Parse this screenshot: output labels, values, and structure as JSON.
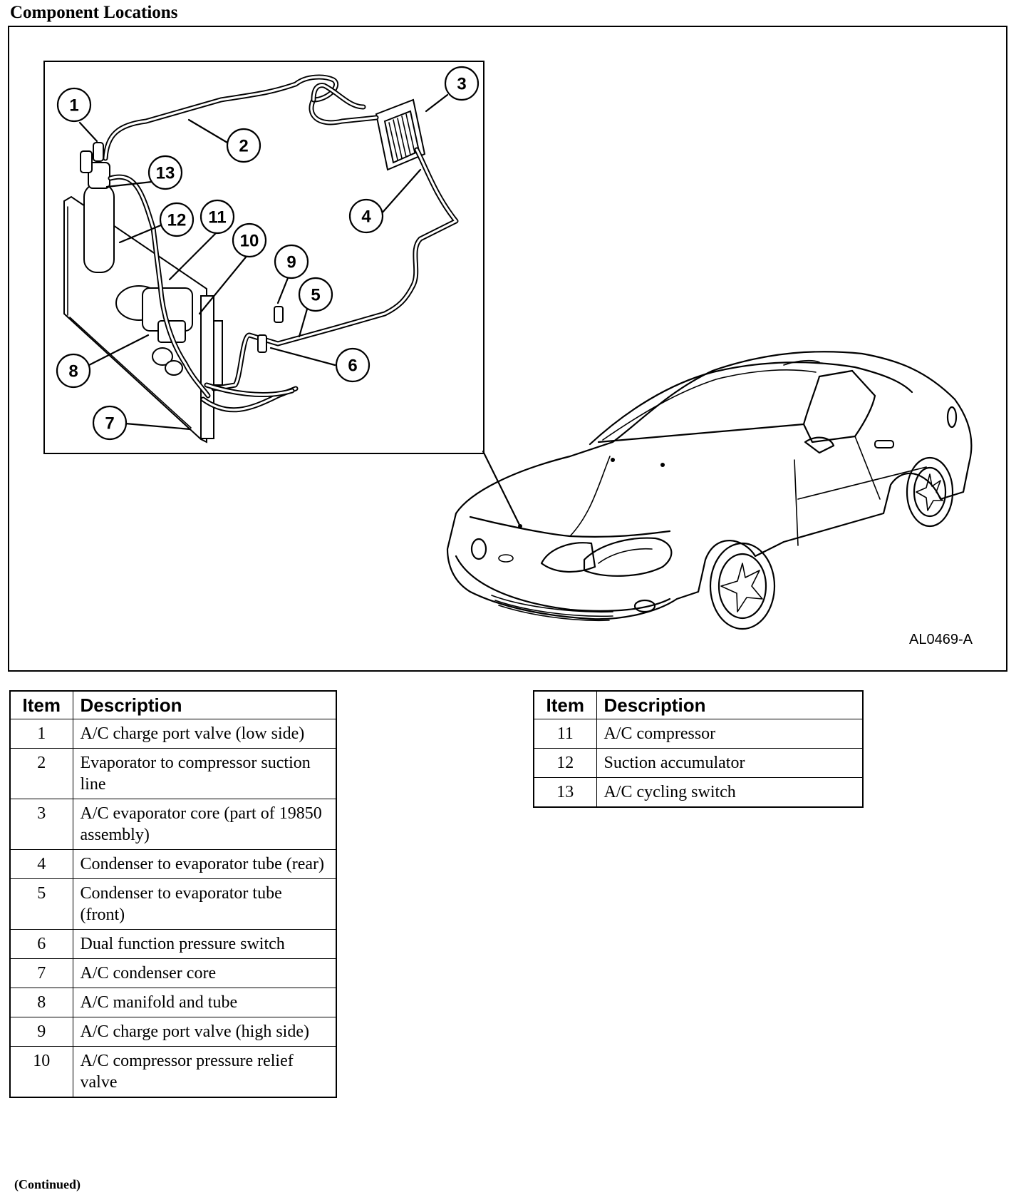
{
  "page": {
    "section_title": "Component Locations",
    "figure_id": "AL0469-A",
    "continued_note": "(Continued)"
  },
  "callouts": [
    "1",
    "2",
    "3",
    "4",
    "5",
    "6",
    "7",
    "8",
    "9",
    "10",
    "11",
    "12",
    "13"
  ],
  "tables": {
    "left": {
      "header": {
        "item": "Item",
        "description": "Description"
      },
      "rows": [
        {
          "item": "1",
          "description": "A/C charge port valve (low side)"
        },
        {
          "item": "2",
          "description": "Evaporator to compressor suction line"
        },
        {
          "item": "3",
          "description": "A/C evaporator core (part of 19850 assembly)"
        },
        {
          "item": "4",
          "description": "Condenser to evaporator tube (rear)"
        },
        {
          "item": "5",
          "description": "Condenser to evaporator tube (front)"
        },
        {
          "item": "6",
          "description": "Dual function pressure switch"
        },
        {
          "item": "7",
          "description": "A/C condenser core"
        },
        {
          "item": "8",
          "description": "A/C manifold and tube"
        },
        {
          "item": "9",
          "description": "A/C charge port valve (high side)"
        },
        {
          "item": "10",
          "description": "A/C compressor pressure relief valve"
        }
      ]
    },
    "right": {
      "header": {
        "item": "Item",
        "description": "Description"
      },
      "rows": [
        {
          "item": "11",
          "description": "A/C compressor"
        },
        {
          "item": "12",
          "description": "Suction accumulator"
        },
        {
          "item": "13",
          "description": "A/C cycling switch"
        }
      ]
    }
  }
}
